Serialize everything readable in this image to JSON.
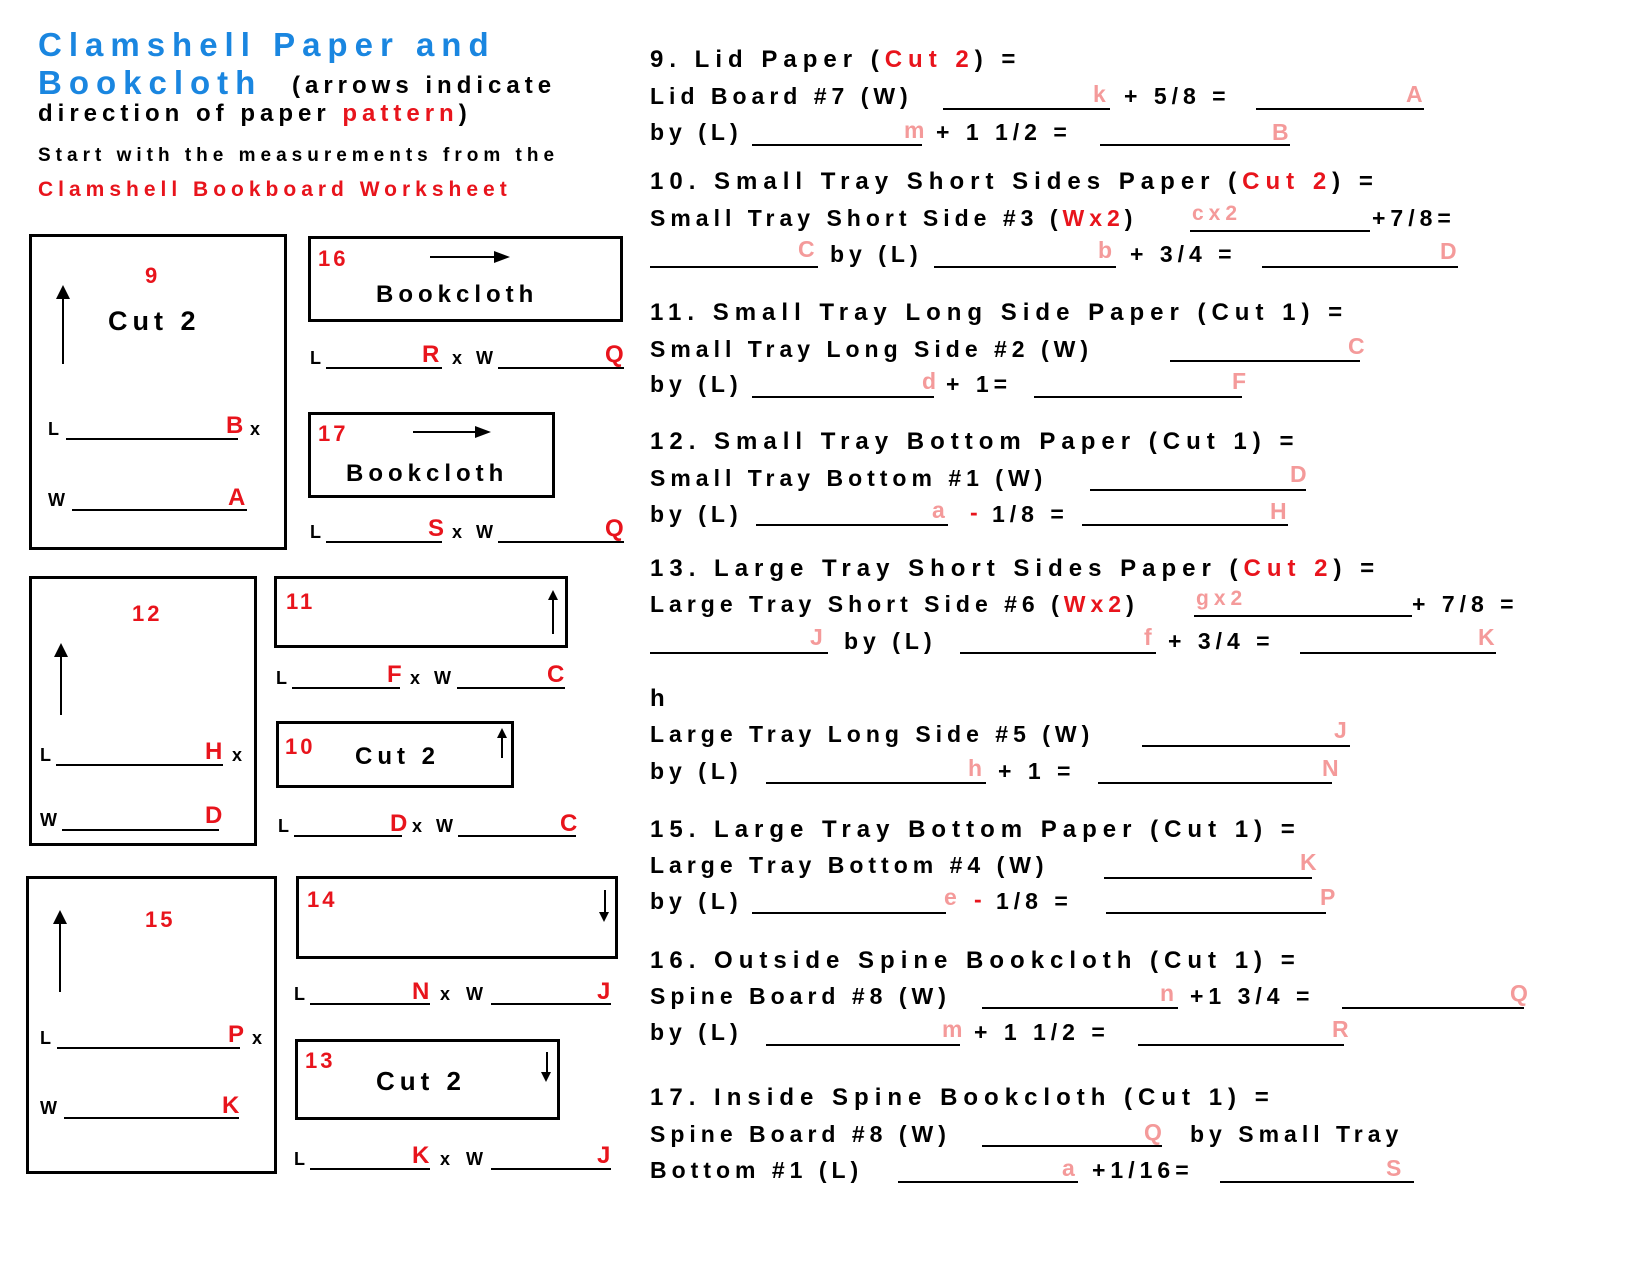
{
  "header": {
    "title1": "Clamshell Paper and",
    "title2": "Bookcloth",
    "note_a": "(arrows indicate",
    "note_b": "direction of paper ",
    "note_pattern": "pattern",
    "note_close": ")",
    "start": "Start with the measurements from the",
    "worksheet": "Clamshell Bookboard Worksheet"
  },
  "diagrams": {
    "d9": {
      "num": "9",
      "label": "Cut 2",
      "L": "L",
      "W": "W",
      "x": "x",
      "l_letter": "B",
      "w_letter": "A"
    },
    "d16": {
      "num": "16",
      "label": "Bookcloth",
      "L": "L",
      "W": "W",
      "x": "x",
      "l_letter": "R",
      "w_letter": "Q"
    },
    "d17": {
      "num": "17",
      "label": "Bookcloth",
      "L": "L",
      "W": "W",
      "x": "x",
      "l_letter": "S",
      "w_letter": "Q"
    },
    "d12": {
      "num": "12",
      "L": "L",
      "W": "W",
      "x": "x",
      "l_letter": "H",
      "w_letter": "D"
    },
    "d11": {
      "num": "11",
      "L": "L",
      "W": "W",
      "x": "x",
      "l_letter": "F",
      "w_letter": "C"
    },
    "d10": {
      "num": "10",
      "label": "Cut 2",
      "L": "L",
      "W": "W",
      "x": "x",
      "l_letter": "D",
      "w_letter": "C"
    },
    "d15": {
      "num": "15",
      "L": "L",
      "W": "W",
      "x": "x",
      "l_letter": "P",
      "w_letter": "K"
    },
    "d14": {
      "num": "14",
      "L": "L",
      "W": "W",
      "x": "x",
      "l_letter": "N",
      "w_letter": "J"
    },
    "d13": {
      "num": "13",
      "label": "Cut 2",
      "L": "L",
      "W": "W",
      "x": "x",
      "l_letter": "K",
      "w_letter": "J"
    }
  },
  "q9": {
    "h_a": "9. Lid Paper (",
    "h_cut": "Cut 2",
    "h_b": ") =",
    "l1": "Lid Board #7 (W)",
    "k": "k",
    "plus": "+ 5/8 =",
    "A": "A",
    "l2": "by (L)",
    "m": "m",
    "plus2": "+ 1 1/2 =",
    "B": "B"
  },
  "q10": {
    "h_a": "10. Small Tray Short Sides Paper (",
    "h_cut": "Cut 2",
    "h_b": ") =",
    "l1": "Small Tray Short Side #3 (",
    "wx2": "Wx2",
    "l1b": ")",
    "cx2": "cx2",
    "plus": "+7/8=",
    "C": "C",
    "by": "by (L)",
    "b": "b",
    "plus2": "+ 3/4 =",
    "D": "D"
  },
  "q11": {
    "h": "11. Small Tray Long Side Paper (Cut 1) =",
    "l1": "Small Tray Long Side #2 (W)",
    "C": "C",
    "l2": "by (L)",
    "d": "d",
    "plus": "+ 1=",
    "F": "F"
  },
  "q12": {
    "h": "12. Small Tray Bottom Paper (Cut 1) =",
    "l1": "Small Tray Bottom #1 (W)",
    "D": "D",
    "l2": "by (L)",
    "a": "a",
    "minus": "-",
    "frac": "1/8 =",
    "H": "H"
  },
  "q13": {
    "h_a": "13. Large Tray Short Sides Paper (",
    "h_cut": "Cut 2",
    "h_b": ") =",
    "l1": "Large Tray Short Side #6 (",
    "wx2": "Wx2",
    "l1b": ")",
    "gx2": "gx2",
    "plus": "+ 7/8 =",
    "J": "J",
    "by": "by (L)",
    "f": "f",
    "plus2": "+ 3/4 =",
    "K": "K"
  },
  "q14": {
    "h": "h",
    "l1": "Large Tray Long Side #5 (W)",
    "J": "J",
    "l2": "by (L)",
    "plus": "+ 1 =",
    "N": "N"
  },
  "q15": {
    "h": "15. Large Tray Bottom Paper (Cut 1) =",
    "l1": "Large Tray Bottom #4 (W)",
    "K": "K",
    "l2": "by (L)",
    "e": "e",
    "minus": "-",
    "frac": "1/8 =",
    "P": "P"
  },
  "q16": {
    "h": "16. Outside Spine Bookcloth (Cut 1) =",
    "l1": "Spine Board #8 (W)",
    "n": "n",
    "plus": "+1 3/4 =",
    "Q": "Q",
    "l2": "by (L)",
    "m": "m",
    "plus2": "+ 1 1/2 =",
    "R": "R"
  },
  "q17": {
    "h": "17. Inside Spine Bookcloth (Cut 1) =",
    "l1": "Spine Board #8 (W)",
    "Q": "Q",
    "by": "by Small Tray",
    "l2": "Bottom #1 (L)",
    "a": "a",
    "plus": "+1/16=",
    "S": "S"
  }
}
